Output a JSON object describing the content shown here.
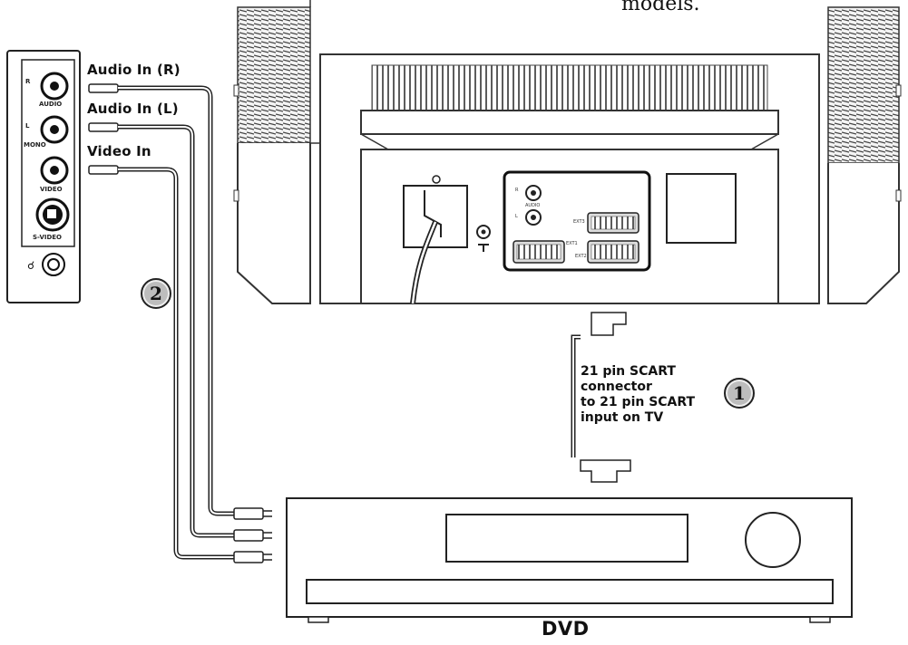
{
  "header_note": "models.",
  "side_panel": {
    "audio_r": "R",
    "audio_label": "AUDIO",
    "audio_l": "L",
    "mono_label": "MONO",
    "video_label": "VIDEO",
    "svideo_label": "S-VIDEO"
  },
  "cables": {
    "audio_r": "Audio In (R)",
    "audio_l": "Audio In (L)",
    "video": "Video In"
  },
  "tv_back": {
    "port_r": "R",
    "port_audio": "AUDIO",
    "port_l": "L",
    "ext3": "EXT3",
    "ext1": "EXT1",
    "ext2": "EXT2"
  },
  "scart": {
    "line1": "21 pin SCART",
    "line2": "connector",
    "line3": "to 21 pin SCART",
    "line4": "input on TV"
  },
  "steps": {
    "one": "1",
    "two": "2"
  },
  "device_label": "DVD"
}
